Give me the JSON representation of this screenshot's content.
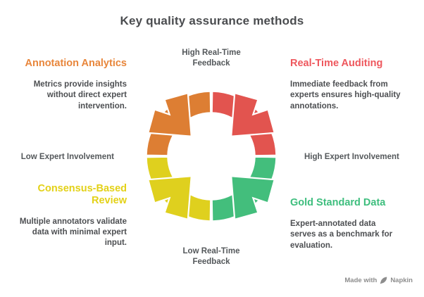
{
  "title": "Key quality assurance methods",
  "axes": {
    "top": "High Real-Time Feedback",
    "bottom": "Low Real-Time Feedback",
    "left": "Low Expert Involvement",
    "right": "High Expert Involvement"
  },
  "quadrants": {
    "top_left": {
      "heading": "Annotation Analytics",
      "body": [
        "Metrics provide insights",
        "without direct expert",
        "intervention."
      ],
      "color": "#e8863b"
    },
    "top_right": {
      "heading": "Real-Time Auditing",
      "body": [
        "Immediate feedback from",
        "experts ensures high-quality",
        "annotations."
      ],
      "color": "#ee575d"
    },
    "bottom_left": {
      "heading": "Consensus-Based Review",
      "body": [
        "Multiple annotators validate",
        "data with minimal expert",
        "input."
      ],
      "color": "#e3d117"
    },
    "bottom_right": {
      "heading": "Gold Standard Data",
      "body": [
        "Expert-annotated data",
        "serves as a benchmark for",
        "evaluation."
      ],
      "color": "#3ebe7e"
    }
  },
  "ring": {
    "orange": "#dd7e33",
    "red": "#e2544f",
    "green": "#43be7c",
    "yellow": "#dfd01e",
    "separator": "#ffffff"
  },
  "watermark": {
    "prefix": "Made with",
    "brand": "Napkin",
    "color": "#8d8d8d"
  },
  "text_colors": {
    "title": "#4a4c4f",
    "body": "#4d4f52",
    "axis": "#54585b"
  }
}
